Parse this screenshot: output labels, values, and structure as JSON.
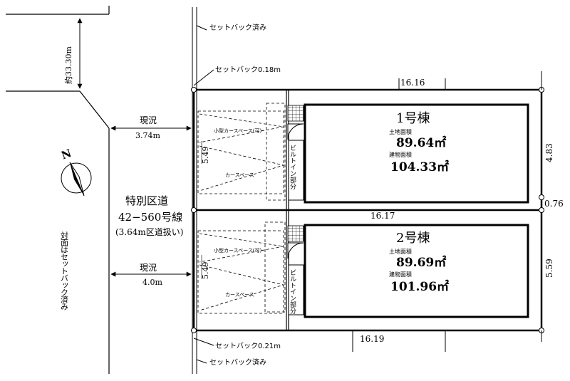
{
  "labels": {
    "setback_done": "セットバック済み",
    "setback_018": "セットバック0.18m",
    "setback_021": "セットバック0.21m",
    "dim_3330": "約33.30m",
    "genkyo": "現況",
    "width_374": "3.74m",
    "width_40": "4.0m",
    "road_name": "特別区道",
    "road_number": "42−560号線",
    "road_note": "(3.64m区道扱い)",
    "opposite": "対面はセットバック済み",
    "north": "N"
  },
  "dimensions": {
    "top": "16.16",
    "middle": "16.17",
    "bottom": "16.19",
    "right_1": "4.83",
    "right_gap": "0.76",
    "right_2": "5.59",
    "depth_1": "5.49",
    "depth_2": "5.49"
  },
  "building1": {
    "name": "1号棟",
    "land_label": "土地面積",
    "land_area": "89.64㎡",
    "floor_label": "建物面積",
    "floor_area": "104.33㎡",
    "small_car": "小型カースペース(可)",
    "car_space": "カースペース",
    "builtin": "ビルトイン部分"
  },
  "building2": {
    "name": "2号棟",
    "land_label": "土地面積",
    "land_area": "89.69㎡",
    "floor_label": "建物面積",
    "floor_area": "101.96㎡",
    "small_car": "小型カースペース(可)",
    "car_space": "カースペース",
    "builtin": "ビルトイン部分"
  }
}
